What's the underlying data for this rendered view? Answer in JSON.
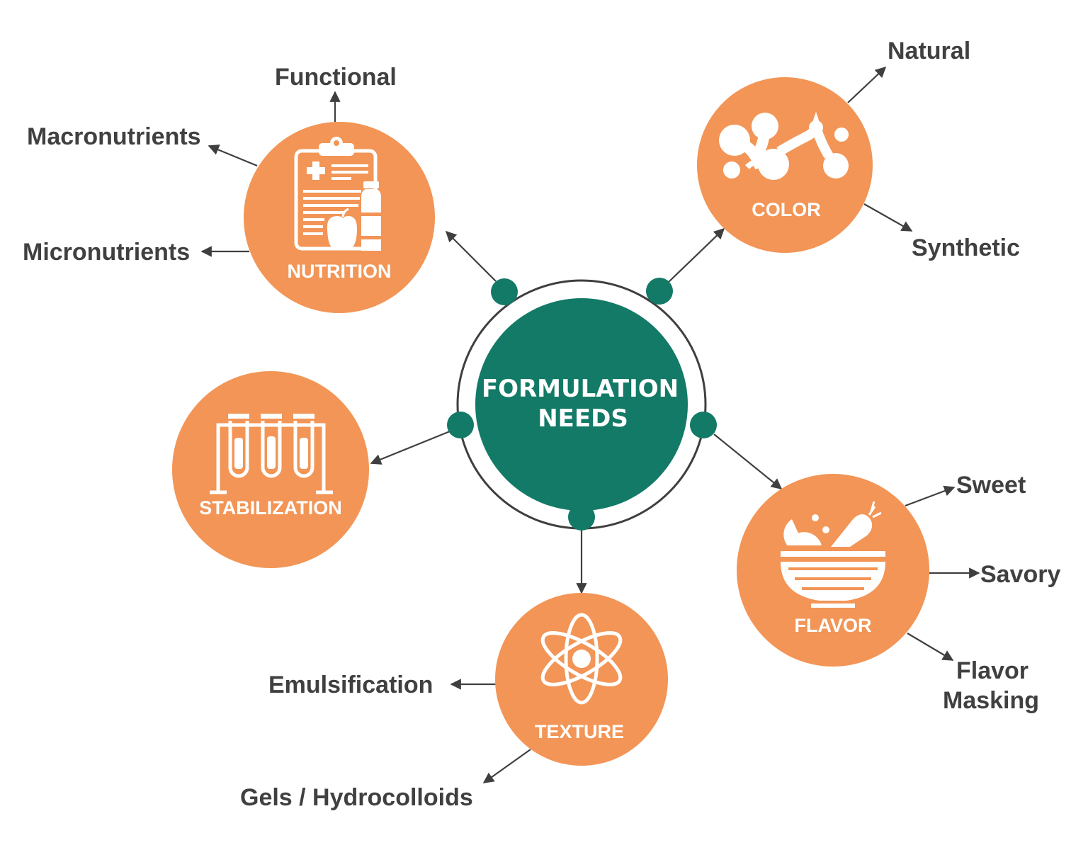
{
  "colors": {
    "center_fill": "#127A66",
    "node_fill": "#F29556",
    "line": "#3F3F3F",
    "label_text": "#404040",
    "icon": "#FFFFFF"
  },
  "center": {
    "line1": "FORMULATION",
    "line2": "NEEDS"
  },
  "nodes": {
    "nutrition": {
      "title": "NUTRITION",
      "icon": "clipboard-apple-bottle-icon",
      "children": [
        "Functional",
        "Macronutrients",
        "Micronutrients"
      ]
    },
    "color": {
      "title": "COLOR",
      "icon": "molecule-blob-icon",
      "children": [
        "Natural",
        "Synthetic"
      ]
    },
    "stabilization": {
      "title": "STABILIZATION",
      "icon": "test-tubes-rack-icon",
      "children": []
    },
    "flavor": {
      "title": "FLAVOR",
      "icon": "bowl-citrus-carrot-icon",
      "children": [
        "Sweet",
        "Savory",
        "Flavor",
        "Masking"
      ]
    },
    "texture": {
      "title": "TEXTURE",
      "icon": "atom-icon",
      "children": [
        "Emulsification",
        "Gels / Hydrocolloids"
      ]
    }
  }
}
